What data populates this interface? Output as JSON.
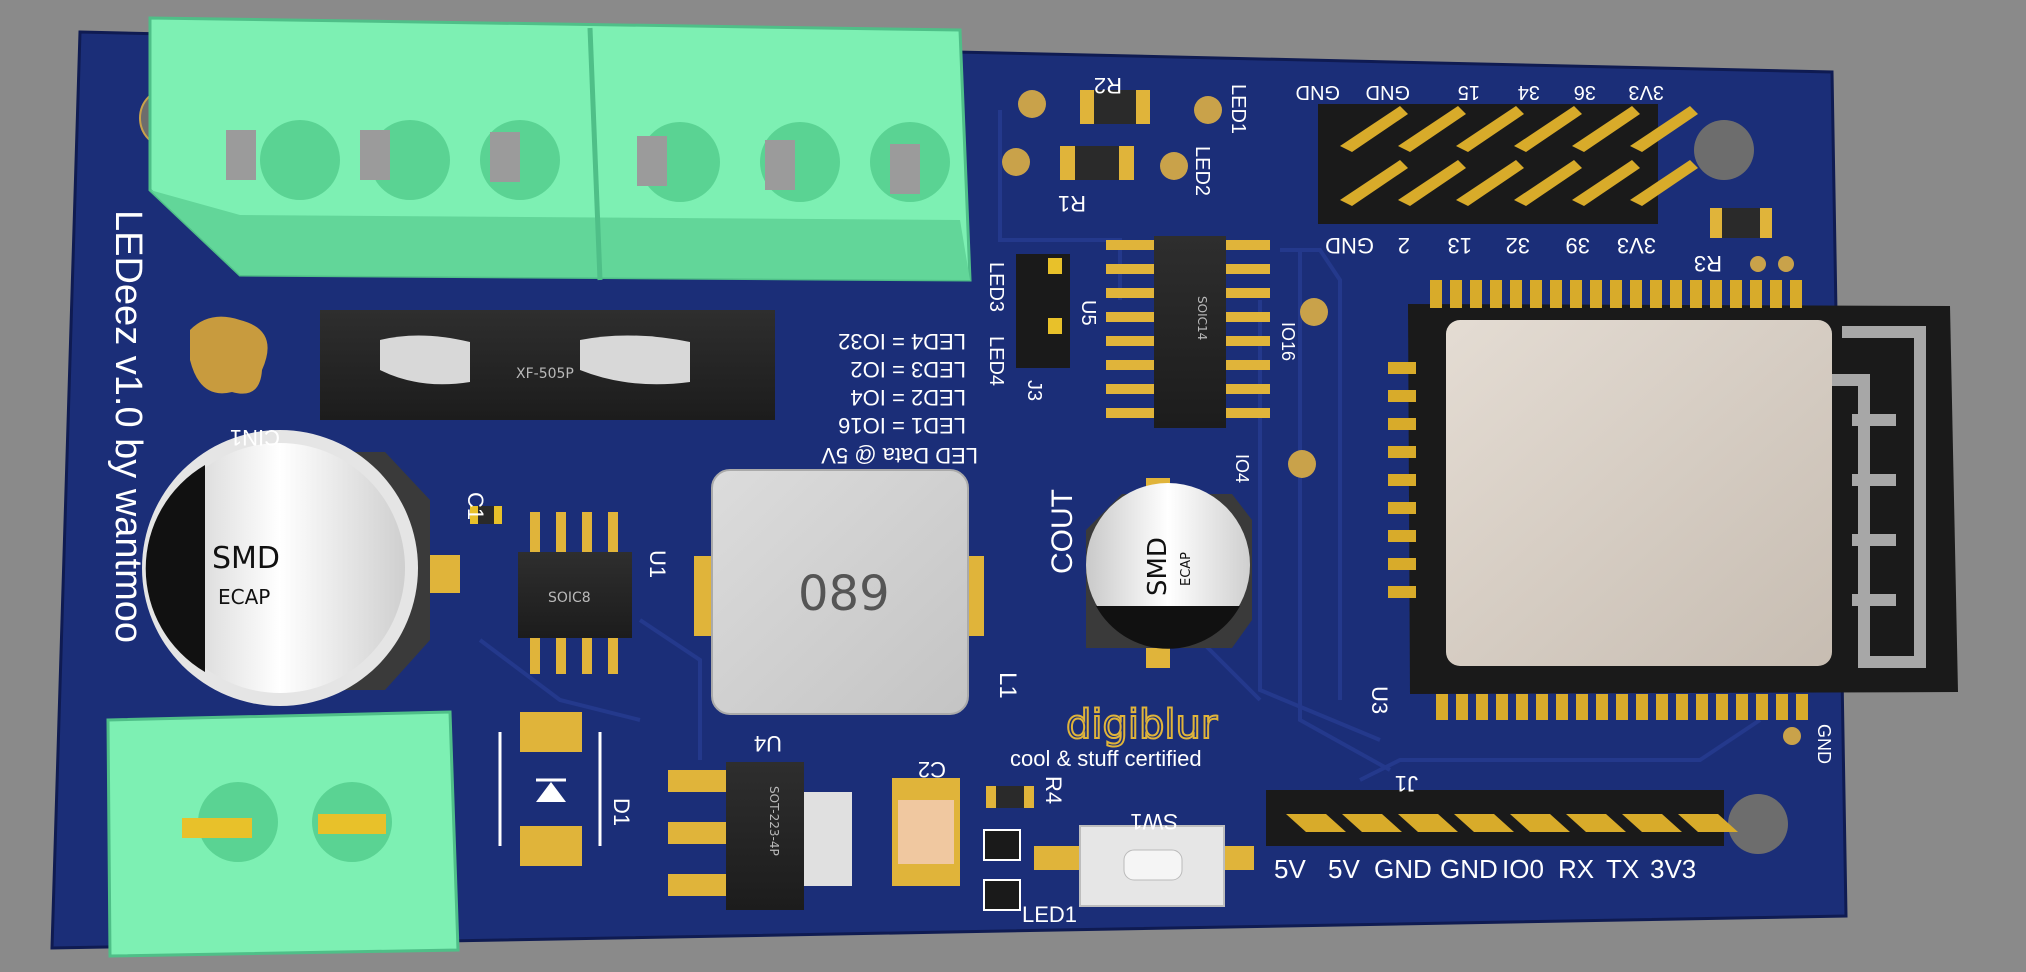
{
  "board": {
    "title": "LEDeez v1.0 by wantmoo",
    "board_color": "#1b2e78",
    "connector_color": "#7df0b3",
    "silk_color": "#ffffff",
    "led_map": {
      "header": "LED Data @ 5V",
      "lines": [
        "LED1 = IO16",
        "LED2 = IO4",
        "LED3 = IO2",
        "LED4 = IO32"
      ]
    },
    "top_header_labels": [
      "GND",
      "GND",
      "15",
      "34",
      "36",
      "3V3"
    ],
    "bottom_header_labels": [
      "GND",
      "2",
      "13",
      "32",
      "39",
      "3V3"
    ],
    "j1_labels": [
      "5V",
      "5V",
      "GND",
      "GND",
      "IO0",
      "RX",
      "TX",
      "3V3"
    ],
    "refs": {
      "r1": "R1",
      "r2": "R2",
      "r3": "R3",
      "r4": "R4",
      "led1": "LED1",
      "led2": "LED2",
      "led3": "LED3",
      "led4": "LED4",
      "led1b": "LED1",
      "u1": "U1",
      "u3": "U3",
      "u4": "U4",
      "u5": "U5",
      "j1": "J1",
      "j3": "J3",
      "c1": "C1",
      "c2": "C2",
      "cin1": "CIN1",
      "cout": "COUT",
      "l1": "L1",
      "d1": "D1",
      "sw1": "SW1",
      "io16": "IO16",
      "io4": "IO4",
      "gnd": "GND"
    },
    "chip_labels": {
      "soic8": "SOIC8",
      "soic14": "SOIC14",
      "sot223": "SOT-223-4P",
      "inductor": "089",
      "fuse": "XF-505P",
      "cap_big_1": "SMD",
      "cap_big_2": "ECAP",
      "cap_small_1": "SMD",
      "cap_small_2": "ECAP"
    },
    "logo": {
      "name": "digiblur",
      "tagline": "cool & stuff certified"
    }
  }
}
